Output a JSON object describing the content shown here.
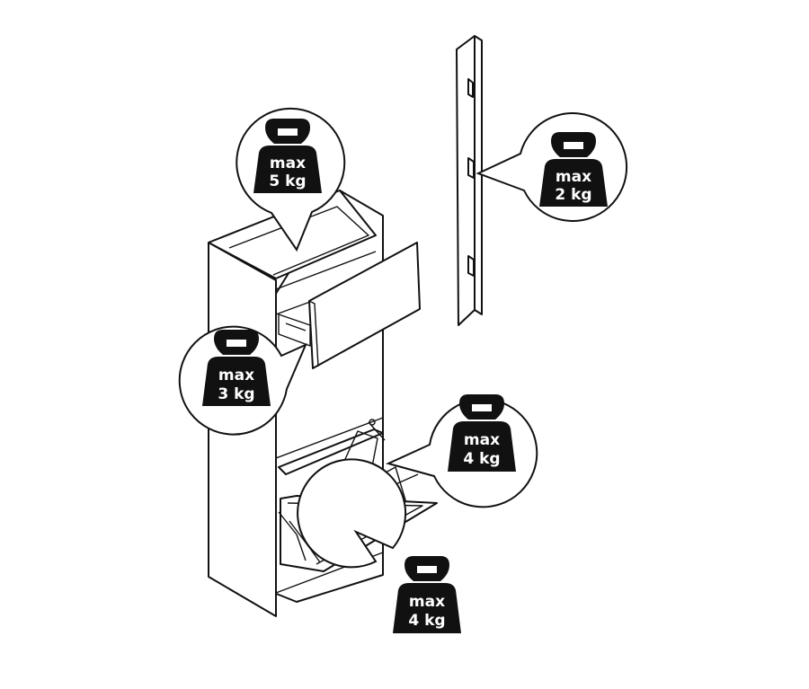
{
  "weight_callouts": [
    {
      "id": "top-shelf",
      "line1": "max",
      "line2": "5 kg"
    },
    {
      "id": "wall-hook",
      "line1": "max",
      "line2": "2 kg"
    },
    {
      "id": "drawer",
      "line1": "max",
      "line2": "3 kg"
    },
    {
      "id": "upper-flap",
      "line1": "max",
      "line2": "4 kg"
    },
    {
      "id": "lower-flap",
      "line1": "max",
      "line2": "4 kg"
    }
  ],
  "colors": {
    "line": "#111111",
    "weight_fill": "#111111",
    "background": "#ffffff"
  }
}
